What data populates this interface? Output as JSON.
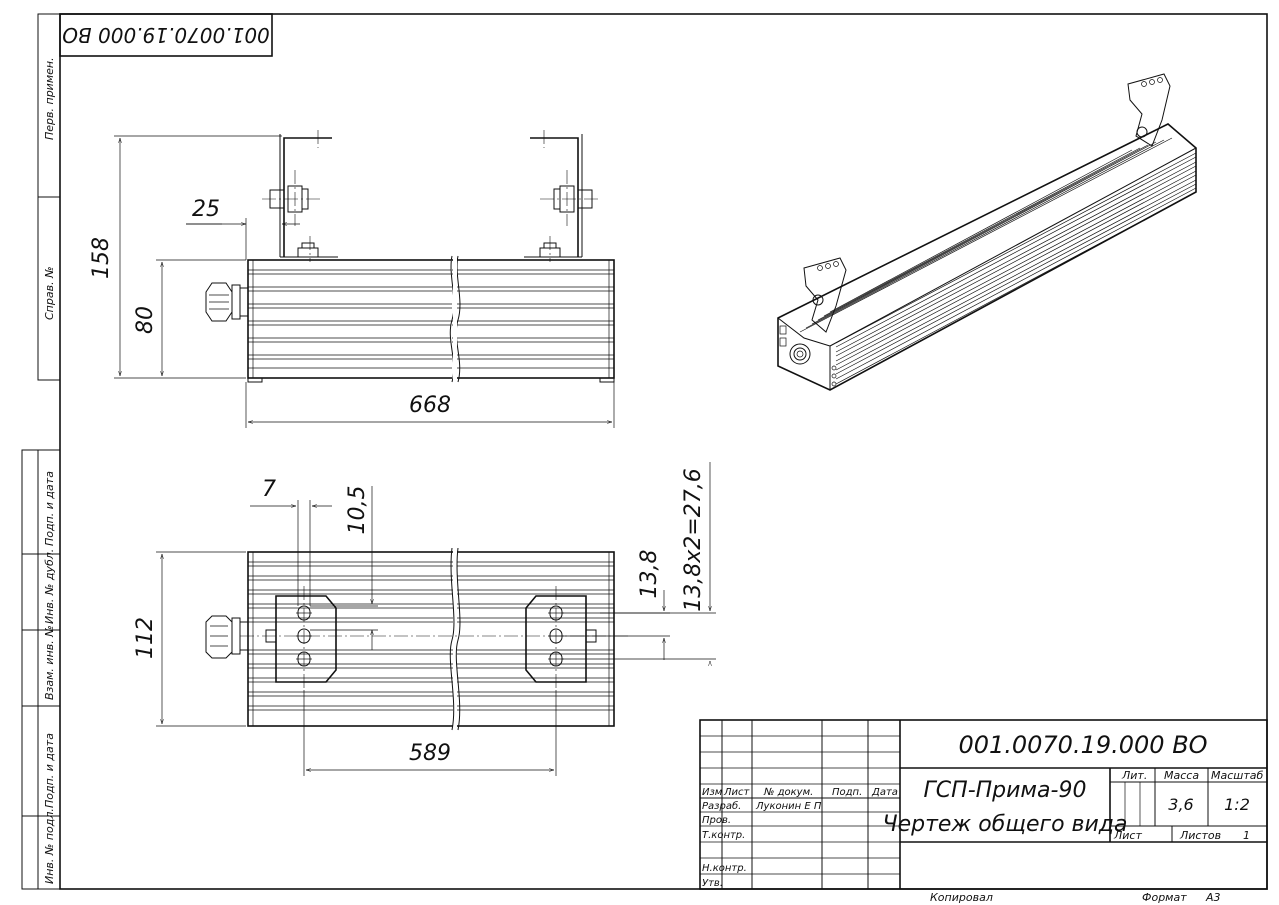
{
  "designation": "001.0070.19.000 ВО",
  "designation_mirrored": "001.0070.19.000 ВО",
  "product_name": "ГСП-Прима-90",
  "document_name": "Чертеж общего вида",
  "dimensions": {
    "bracket_height": "158",
    "body_height": "80",
    "bracket_offset": "25",
    "length": "668",
    "width": "112",
    "mount_spacing": "589",
    "hole_offset": "7",
    "slot_width": "10,5",
    "hole_pitch": "13,8",
    "hole_pitch_total": "13,8х2=27,6"
  },
  "left_strip": {
    "labels": [
      "Перв. примен.",
      "Справ. №",
      "Подп. и дата",
      "Инв. № дубл.",
      "Взам. инв. №",
      "Подп. и дата",
      "Инв. № подл."
    ]
  },
  "title_block": {
    "headers": {
      "izm": "Изм",
      "list": "Лист",
      "ndokum": "№ докум.",
      "podp": "Подп.",
      "data": "Дата"
    },
    "roles": [
      "Разраб.",
      "Пров.",
      "Т.контр.",
      "",
      "Н.контр.",
      "Утв."
    ],
    "developer": "Луконин Е П",
    "lit_label": "Лит.",
    "mass_label": "Масса",
    "scale_label": "Масштаб",
    "mass": "3,6",
    "scale": "1:2",
    "sheet_label": "Лист",
    "sheets_label": "Листов",
    "sheets": "1",
    "copied_label": "Копировал",
    "format_label": "Формат",
    "format": "А3"
  }
}
